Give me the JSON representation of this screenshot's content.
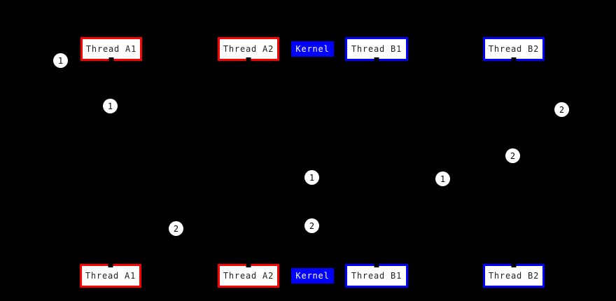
{
  "colors": {
    "background": "#000000",
    "thread_a_border": "#ff0000",
    "thread_b_border": "#0000ff",
    "kernel_fill": "#0000ff",
    "kernel_text": "#ffffff",
    "box_fill": "#ffffff",
    "box_text": "#222222",
    "marker_fill": "#ffffff",
    "marker_text": "#000000"
  },
  "entities": {
    "top": [
      {
        "label": "Thread A1"
      },
      {
        "label": "Thread A2"
      },
      {
        "label": "Kernel"
      },
      {
        "label": "Thread B1"
      },
      {
        "label": "Thread B2"
      }
    ],
    "bottom": [
      {
        "label": "Thread A1"
      },
      {
        "label": "Thread A2"
      },
      {
        "label": "Kernel"
      },
      {
        "label": "Thread B1"
      },
      {
        "label": "Thread B2"
      }
    ]
  },
  "markers": [
    {
      "label": "1"
    },
    {
      "label": "1"
    },
    {
      "label": "2"
    },
    {
      "label": "2"
    },
    {
      "label": "1"
    },
    {
      "label": "1"
    },
    {
      "label": "2"
    },
    {
      "label": "2"
    }
  ]
}
